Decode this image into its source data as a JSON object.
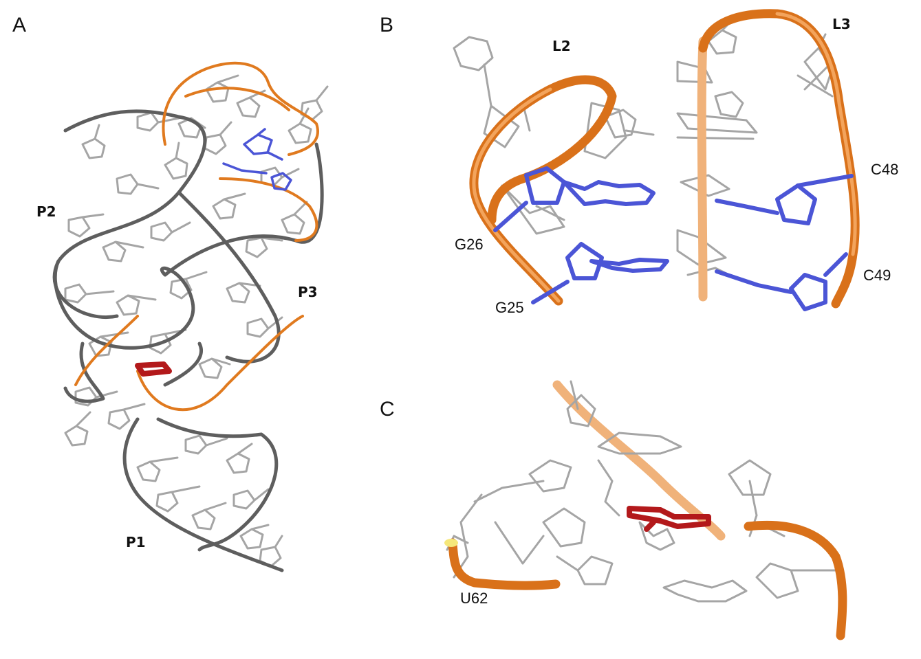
{
  "panels": {
    "a": {
      "letter": "A",
      "regions": {
        "p1": "P1",
        "p2": "P2",
        "p3": "P3"
      }
    },
    "b": {
      "letter": "B",
      "regions": {
        "l2": "L2",
        "l3": "L3"
      },
      "residues": {
        "g25": "G25",
        "g26": "G26",
        "c48": "C48",
        "c49": "C49"
      }
    },
    "c": {
      "letter": "C",
      "residues": {
        "u62": "U62"
      }
    }
  },
  "colors": {
    "background": "#ffffff",
    "backbone_gray": "#5e5e5e",
    "backbone_orange": "#e07a1f",
    "bases_gray": "#a5a5a5",
    "highlight_blue": "#4b55d6",
    "ligand_red": "#b3191b",
    "terminus_yellow": "#f5e77a"
  }
}
